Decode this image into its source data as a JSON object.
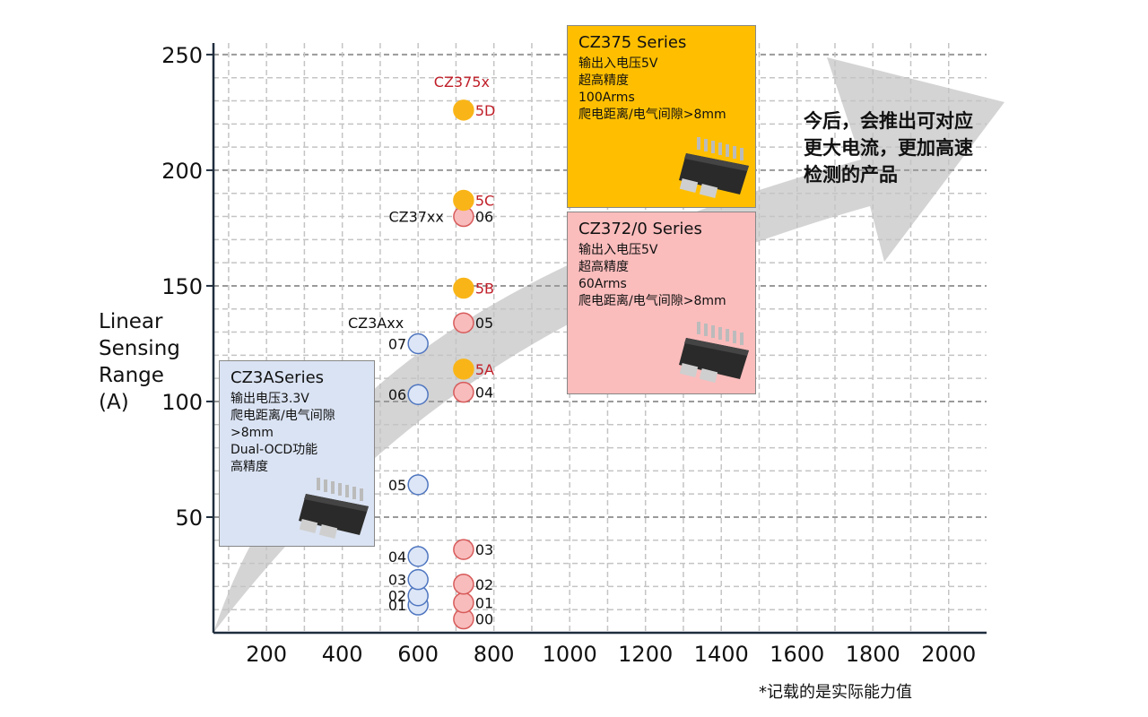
{
  "chart_data": {
    "type": "scatter",
    "xlim": [
      60,
      2100
    ],
    "ylim": [
      0,
      255
    ],
    "x_ticks": [
      200,
      400,
      600,
      800,
      1000,
      1200,
      1400,
      1600,
      1800,
      2000
    ],
    "y_ticks": [
      50,
      100,
      150,
      200,
      250
    ],
    "ylabel": [
      "Linear",
      "Sensing",
      "Range",
      "(A)"
    ],
    "grid": true,
    "series": [
      {
        "name": "CZ3Axx",
        "color_fill": "#dde6f6",
        "color_stroke": "#4f76c0",
        "points": [
          {
            "label": "01",
            "x": 600,
            "y": 12
          },
          {
            "label": "02",
            "x": 600,
            "y": 16
          },
          {
            "label": "03",
            "x": 600,
            "y": 23
          },
          {
            "label": "04",
            "x": 600,
            "y": 33
          },
          {
            "label": "05",
            "x": 600,
            "y": 64
          },
          {
            "label": "06",
            "x": 600,
            "y": 103
          },
          {
            "label": "07",
            "x": 600,
            "y": 125
          }
        ]
      },
      {
        "name": "CZ37xx",
        "color_fill": "#f8bcbc",
        "color_stroke": "#d85a5a",
        "points": [
          {
            "label": "00",
            "x": 720,
            "y": 6
          },
          {
            "label": "01",
            "x": 720,
            "y": 13
          },
          {
            "label": "02",
            "x": 720,
            "y": 21
          },
          {
            "label": "03",
            "x": 720,
            "y": 36
          },
          {
            "label": "04",
            "x": 720,
            "y": 104
          },
          {
            "label": "05",
            "x": 720,
            "y": 134
          },
          {
            "label": "06",
            "x": 720,
            "y": 180
          }
        ]
      },
      {
        "name": "CZ375x",
        "color_fill": "#f9b518",
        "color_stroke": "#f9b518",
        "label_color": "#c0202a",
        "points": [
          {
            "label": "5A",
            "x": 720,
            "y": 114
          },
          {
            "label": "5B",
            "x": 720,
            "y": 149
          },
          {
            "label": "5C",
            "x": 720,
            "y": 187
          },
          {
            "label": "5D",
            "x": 720,
            "y": 226
          }
        ]
      }
    ]
  },
  "boxes": {
    "cz3a": {
      "title": "CZ3ASeries",
      "lines": [
        "输出电压3.3V",
        "爬电距离/电气间隙",
        ">8mm",
        "Dual-OCD功能",
        "高精度"
      ],
      "bg": "#dae3f3"
    },
    "cz372": {
      "title": "CZ372/0 Series",
      "lines": [
        "输出入电压5V",
        "超高精度",
        "60Arms",
        "爬电距离/电气间隙>8mm"
      ],
      "bg": "#fbbcbc"
    },
    "cz375": {
      "title": "CZ375 Series",
      "lines": [
        "输出入电压5V",
        "超高精度",
        "100Arms",
        "爬电距离/电气间隙>8mm"
      ],
      "bg": "#ffbf00"
    }
  },
  "trend_text": [
    "今后，会推出可对应",
    "更大电流，更加高速",
    "检测的产品"
  ],
  "note": "*记载的是实际能力值",
  "colors": {
    "arrow": "#d4d4d4",
    "grid": "#b0b0b0",
    "axis": "#1f2d3d"
  }
}
